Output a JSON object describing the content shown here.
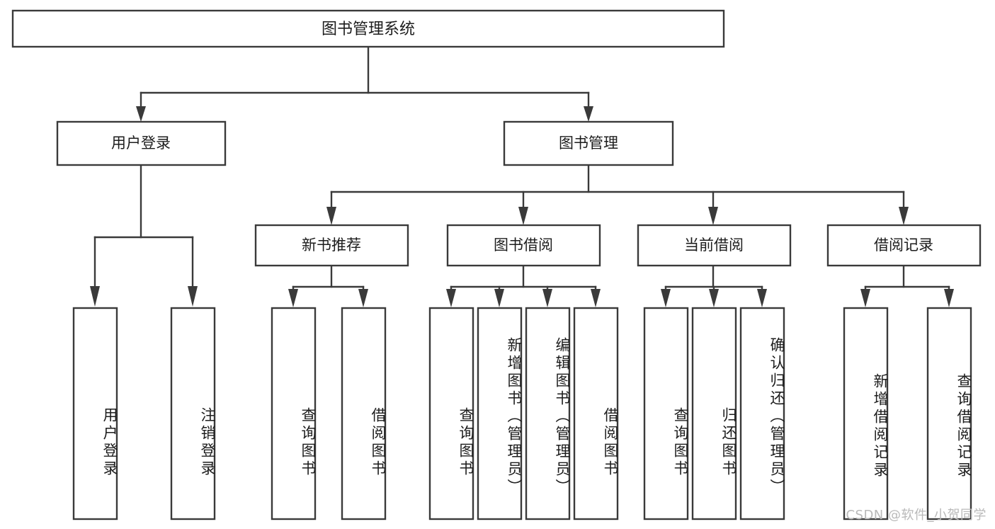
{
  "diagram": {
    "type": "tree-hierarchy-chart",
    "title_text": "图书管理系统",
    "orientation": "top-down",
    "colors": {
      "box_stroke": "#3a3a3a",
      "box_fill": "#ffffff",
      "connector": "#3a3a3a",
      "text": "#1c1c1c",
      "background": "#ffffff",
      "watermark": "#b9b9b9"
    }
  },
  "root": {
    "label": "图书管理系统"
  },
  "level2": [
    {
      "label": "用户登录"
    },
    {
      "label": "图书管理"
    }
  ],
  "level3": [
    {
      "label": "新书推荐"
    },
    {
      "label": "图书借阅"
    },
    {
      "label": "当前借阅"
    },
    {
      "label": "借阅记录"
    }
  ],
  "leaves": {
    "user_login": [
      {
        "label": "用户登录"
      },
      {
        "label": "注销登录"
      }
    ],
    "new_book_recommend": [
      {
        "label": "查询图书"
      },
      {
        "label": "借阅图书"
      }
    ],
    "book_borrow": [
      {
        "label": "查询图书"
      },
      {
        "label": "新增图书（管理员）"
      },
      {
        "label": "编辑图书（管理员）"
      },
      {
        "label": "借阅图书"
      }
    ],
    "current_borrow": [
      {
        "label": "查询图书"
      },
      {
        "label": "归还图书"
      },
      {
        "label": "确认归还（管理员）"
      }
    ],
    "borrow_record": [
      {
        "label": "新增借阅记录"
      },
      {
        "label": "查询借阅记录"
      }
    ]
  },
  "watermark": {
    "text": "CSDN @软件_小贺同学"
  }
}
